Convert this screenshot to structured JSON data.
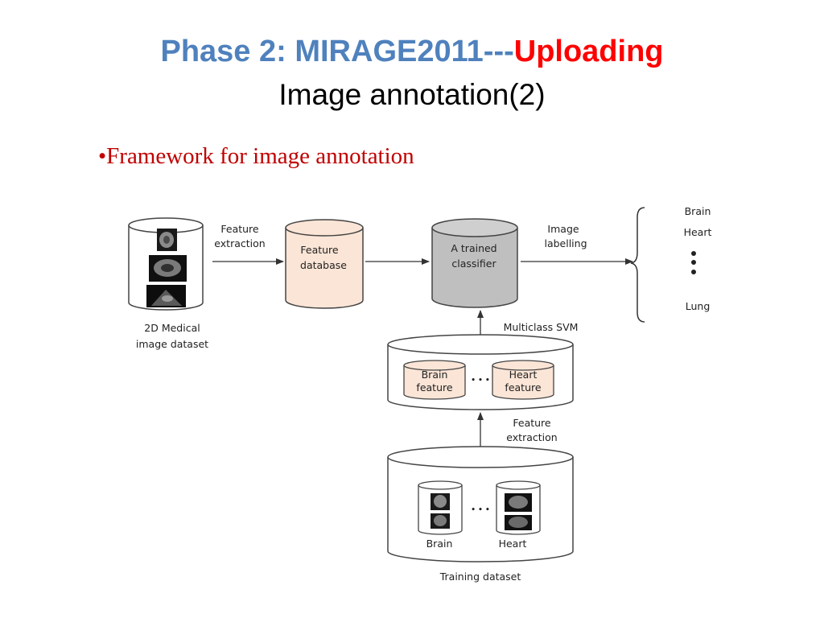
{
  "slide": {
    "title_part1": "Phase 2: MIRAGE2011---",
    "title_part2": "Uploading",
    "subtitle": "Image annotation(2)",
    "bullet": "•Framework for image annotation"
  },
  "colors": {
    "title_blue": "#4f81bd",
    "title_red": "#ff0000",
    "bullet_red": "#c00000",
    "feature_db_fill": "#fbe5d6",
    "classifier_fill": "#bfbfbf"
  },
  "diagram": {
    "medical_dataset_line1": "2D Medical",
    "medical_dataset_line2": "image dataset",
    "feature_extraction_1_line1": "Feature",
    "feature_extraction_1_line2": "extraction",
    "feature_db_line1": "Feature",
    "feature_db_line2": "database",
    "classifier_line1": "A trained",
    "classifier_line2": "classifier",
    "labelling_line1": "Image",
    "labelling_line2": "labelling",
    "label_brain": "Brain",
    "label_heart": "Heart",
    "label_lung": "Lung",
    "svm_label": "Multiclass SVM",
    "brain_feature_line1": "Brain",
    "brain_feature_line2": "feature",
    "heart_feature_line1": "Heart",
    "heart_feature_line2": "feature",
    "ellipsis": "• • •",
    "feature_extraction_2_line1": "Feature",
    "feature_extraction_2_line2": "extraction",
    "training_brain": "Brain",
    "training_heart": "Heart",
    "training_dataset": "Training dataset"
  }
}
